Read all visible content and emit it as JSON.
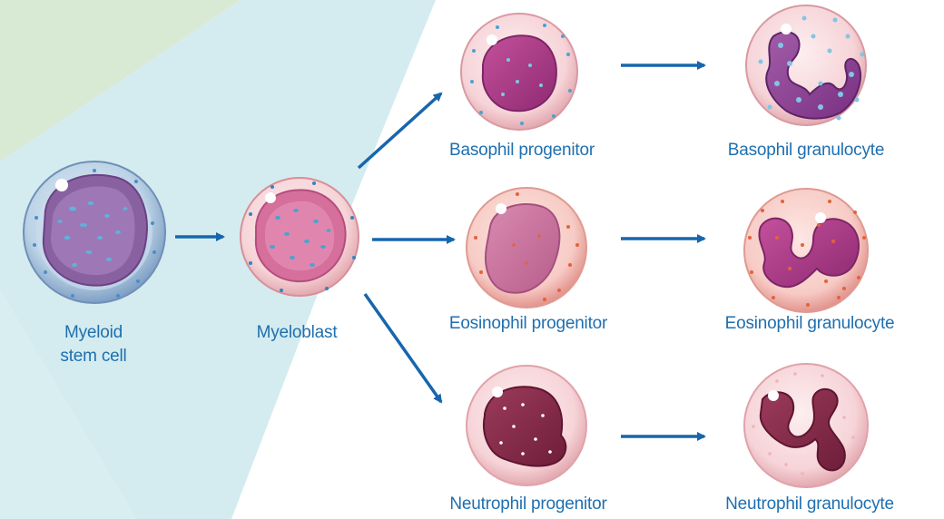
{
  "labels": {
    "myeloid_line1": "Myeloid",
    "myeloid_line2": "stem cell",
    "myeloblast": "Myeloblast",
    "basophil_progenitor": "Basophil progenitor",
    "eosinophil_progenitor": "Eosinophil progenitor",
    "neutrophil_progenitor": "Neutrophil progenitor",
    "basophil_granulocyte": "Basophil granulocyte",
    "eosinophil_granulocyte": "Eosinophil granulocyte",
    "neutrophil_granulocyte": "Neutrophil granulocyte"
  },
  "colors": {
    "arrow": "#1766ad",
    "label": "#1f6fb0",
    "background_teal": "#d4ecef",
    "background_green": "#d8ead3"
  }
}
